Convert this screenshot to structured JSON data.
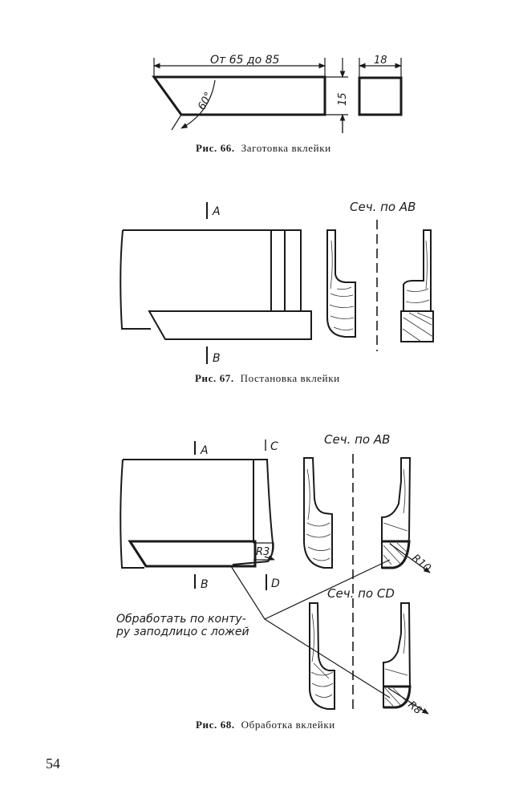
{
  "fig66": {
    "dim_length": "От 65 до 85",
    "dim_height": "15",
    "dim_width": "18",
    "angle": "60°",
    "caption_label": "Рис. 66.",
    "caption_text": "Заготовка вклейки"
  },
  "fig67": {
    "mark_a": "A",
    "mark_b": "B",
    "section_label": "Сеч. по AB",
    "caption_label": "Рис. 67.",
    "caption_text": "Постановка вклейки"
  },
  "fig68": {
    "mark_a": "A",
    "mark_b": "B",
    "mark_c": "C",
    "mark_d": "D",
    "radius_small": "R3",
    "section_ab": "Сеч. по AB",
    "section_cd": "Сеч. по CD",
    "radius_ab": "R10",
    "radius_cd": "R8",
    "note_line1": "Обработать по конту-",
    "note_line2": "ру заподлицо с ложей",
    "caption_label": "Рис. 68.",
    "caption_text": "Обработка вклейки"
  },
  "page_number": "54"
}
